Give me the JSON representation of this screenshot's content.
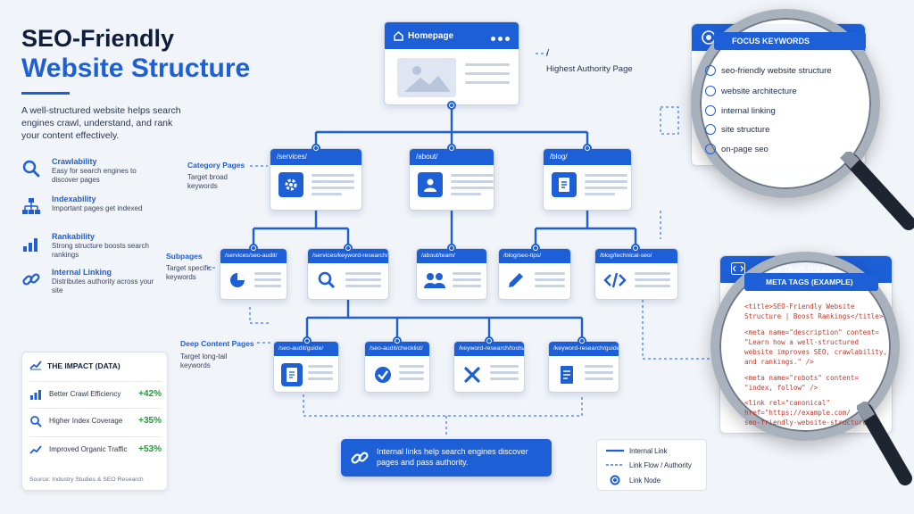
{
  "title": {
    "line1": "SEO-Friendly",
    "line2": "Website Structure"
  },
  "intro": "A well-structured website helps search engines crawl, understand, and rank your content effectively.",
  "features": [
    {
      "icon": "search-icon",
      "title": "Crawlability",
      "desc": "Easy for search engines to discover pages"
    },
    {
      "icon": "hierarchy-icon",
      "title": "Indexability",
      "desc": "Important pages get indexed"
    },
    {
      "icon": "bar-chart-icon",
      "title": "Rankability",
      "desc": "Strong structure boosts search rankings"
    },
    {
      "icon": "link-icon",
      "title": "Internal Linking",
      "desc": "Distributes authority across your site"
    }
  ],
  "impact": {
    "heading": "THE IMPACT (DATA)",
    "rows": [
      {
        "label": "Better Crawl Efficiency",
        "value": "+42%"
      },
      {
        "label": "Higher Index Coverage",
        "value": "+35%"
      },
      {
        "label": "Improved Organic Traffic",
        "value": "+53%"
      }
    ],
    "source": "Source: Industry Studies & SEO Research"
  },
  "home": {
    "label": "Homepage",
    "path": "/",
    "desc": "Highest Authority Page"
  },
  "levels": {
    "category": {
      "title": "Category Pages",
      "desc": "Target broad keywords"
    },
    "sub": {
      "title": "Subpages",
      "desc": "Target specific keywords"
    },
    "deep": {
      "title": "Deep Content Pages",
      "desc": "Target long-tail keywords"
    }
  },
  "categories": [
    "/services/",
    "/about/",
    "/blog/"
  ],
  "subpages": [
    "/services/seo-audit/",
    "/services/keyword-research/",
    "/about/team/",
    "/blog/seo-tips/",
    "/blog/technical-seo/"
  ],
  "deep": [
    "/seo-audit/guide/",
    "/seo-audit/checklist/",
    "/keyword-research/tools/",
    "/keyword-research/guide/"
  ],
  "keywords": {
    "heading": "FOCUS KEYWORDS",
    "items": [
      "seo-friendly website structure",
      "website architecture",
      "internal linking",
      "site structure",
      "on-page seo"
    ]
  },
  "meta": {
    "heading": "META TAGS (EXAMPLE)",
    "lines": [
      "<title>SEO-Friendly Website",
      "Structure | Boost Rankings</title>",
      "",
      "<meta name=\"description\" content=",
      "\"Learn how a well-structured",
      "website improves SEO, crawlability,",
      "and rankings.\" />",
      "",
      "<meta name=\"robots\" content=",
      "\"index, follow\" />",
      "",
      "<link rel=\"canonical\"",
      "href=\"https://example.com/",
      "seo-friendly-website-structure/\""
    ]
  },
  "callout": "Internal links help search engines discover pages and pass authority.",
  "legend": [
    "Internal Link",
    "Link Flow / Authority",
    "Link Node"
  ],
  "colors": {
    "accent": "#1d5fd6",
    "positive": "#1f9a3a",
    "background": "#f1f4f9"
  }
}
